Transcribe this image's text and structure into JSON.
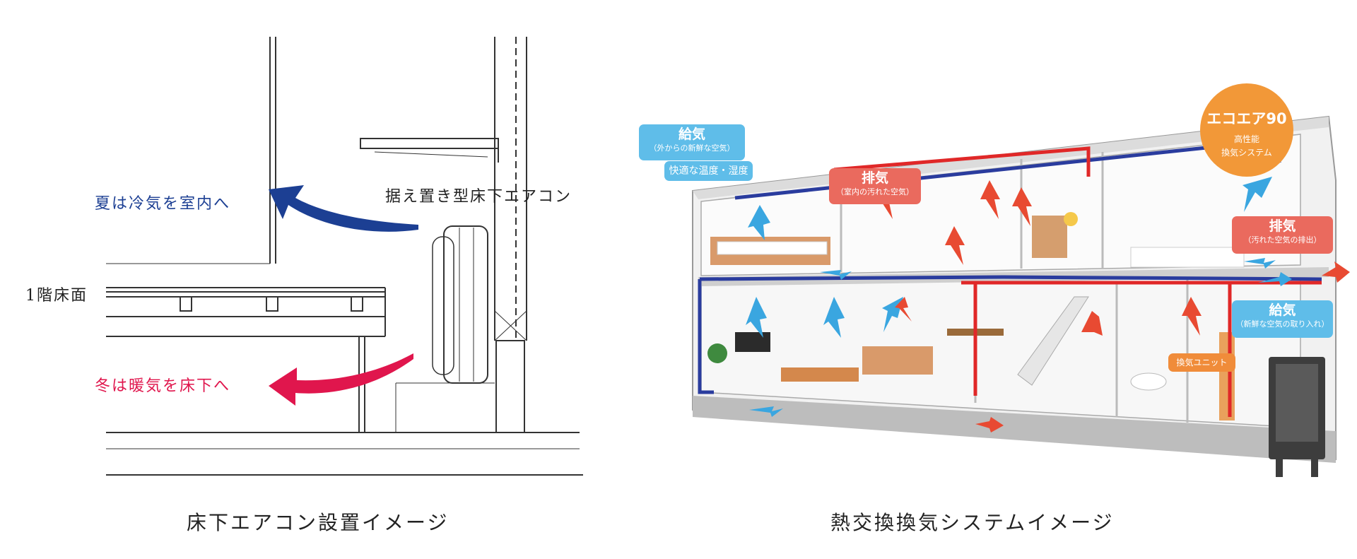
{
  "left": {
    "caption": "床下エアコン設置イメージ",
    "summer_label": "夏は冷気を室内へ",
    "winter_label": "冬は暖気を床下へ",
    "floor_label": "1階床面",
    "unit_label": "据え置き型床下エアコン",
    "colors": {
      "summer": "#1c3f93",
      "winter": "#e0164d",
      "line": "#333333"
    }
  },
  "right": {
    "caption": "熱交換換気システムイメージ",
    "supply_tag": {
      "title": "給気",
      "sub": "（外からの新鮮な空気）"
    },
    "comfort_tag": "快適な温度・湿度",
    "exhaust_tag": {
      "title": "排気",
      "sub": "（室内の汚れた空気）"
    },
    "exhaust_out_tag": {
      "title": "排気",
      "sub": "（汚れた空気の排出）"
    },
    "supply_in_tag": {
      "title": "給気",
      "sub": "（新鮮な空気の取り入れ）"
    },
    "unit_tag": "換気ユニット",
    "badge": {
      "title": "エコエア90",
      "line1": "高性能",
      "line2": "換気システム"
    },
    "colors": {
      "supply": "#3aa6e0",
      "exhaust": "#e84a32",
      "badge": "#f29838",
      "duct_blue": "#2a3c9e",
      "duct_red": "#e02828"
    }
  }
}
